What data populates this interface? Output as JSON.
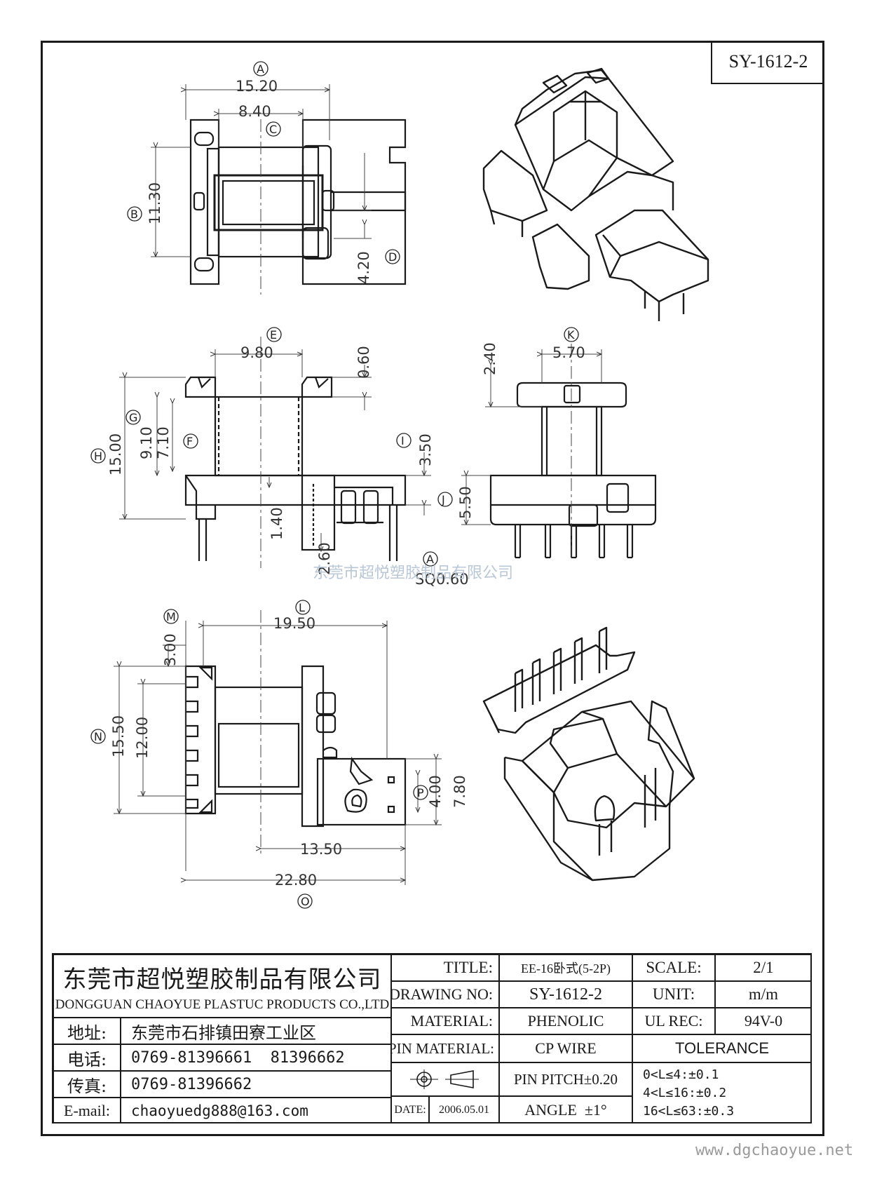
{
  "drawing_id": "SY-1612-2",
  "watermark": "东莞市超悦塑胶制品有限公司",
  "footer_url": "www.dgchaoyue.net",
  "view1": {
    "A": {
      "letter": "A",
      "value": "15.20"
    },
    "C": {
      "letter": "C",
      "value": "8.40"
    },
    "B": {
      "letter": "B",
      "value": "11.30"
    },
    "D": {
      "letter": "D",
      "value": "4.20"
    }
  },
  "view2": {
    "E": {
      "letter": "E",
      "value": "9.80"
    },
    "top": "0.60",
    "G": {
      "letter": "G",
      "value": "9.10"
    },
    "F": {
      "letter": "F",
      "value": "7.10"
    },
    "H": {
      "letter": "H",
      "value": "15.00"
    },
    "I": {
      "letter": "I",
      "value": "3.50"
    },
    "bottom1": "1.40",
    "bottom2": "2.60",
    "pinA": {
      "letter": "A",
      "value": "SQ0.60"
    }
  },
  "view3": {
    "K": {
      "letter": "K",
      "value": "5.70"
    },
    "top": "2.40",
    "J": {
      "letter": "J",
      "value": "5.50"
    }
  },
  "view4": {
    "L": {
      "letter": "L",
      "value": "19.50"
    },
    "M": {
      "letter": "M",
      "value": "3.00"
    },
    "N": {
      "letter": "N",
      "value": "15.50"
    },
    "inner": "12.00",
    "P": {
      "letter": "P",
      "value": "4.00"
    },
    "right": "7.80",
    "lower": "13.50",
    "O": {
      "letter": "O",
      "value": "22.80"
    }
  },
  "titleblock": {
    "company_cn": "东莞市超悦塑胶制品有限公司",
    "company_en": "DONGGUAN CHAOYUE PLASTUC PRODUCTS CO.,LTD",
    "addr_label": "地址:",
    "addr": "东莞市石排镇田寮工业区",
    "tel_label": "电话:",
    "tel": "0769-81396661  81396662",
    "fax_label": "传真:",
    "fax": "0769-81396662",
    "email_label": "E-mail:",
    "email": "chaoyuedg888@163.com",
    "title_label": "TITLE:",
    "title": "EE-16卧式(5-2P)",
    "scale_label": "SCALE:",
    "scale": "2/1",
    "drawing_no_label": "DRAWING NO:",
    "drawing_no": "SY-1612-2",
    "unit_label": "UNIT:",
    "unit": "m/m",
    "material_label": "MATERIAL:",
    "material": "PHENOLIC",
    "ul_label": "UL REC:",
    "ul": "94V-0",
    "pin_material_label": "PIN MATERIAL:",
    "pin_material": "CP WIRE",
    "tolerance_label": "TOLERANCE",
    "pin_pitch": "PIN PITCH±0.20",
    "angle": "ANGLE  ±1°",
    "date_label": "DATE:",
    "date": "2006.05.01",
    "tol1": "0<L≤4:±0.1",
    "tol2": "4<L≤16:±0.2",
    "tol3": "16<L≤63:±0.3"
  }
}
